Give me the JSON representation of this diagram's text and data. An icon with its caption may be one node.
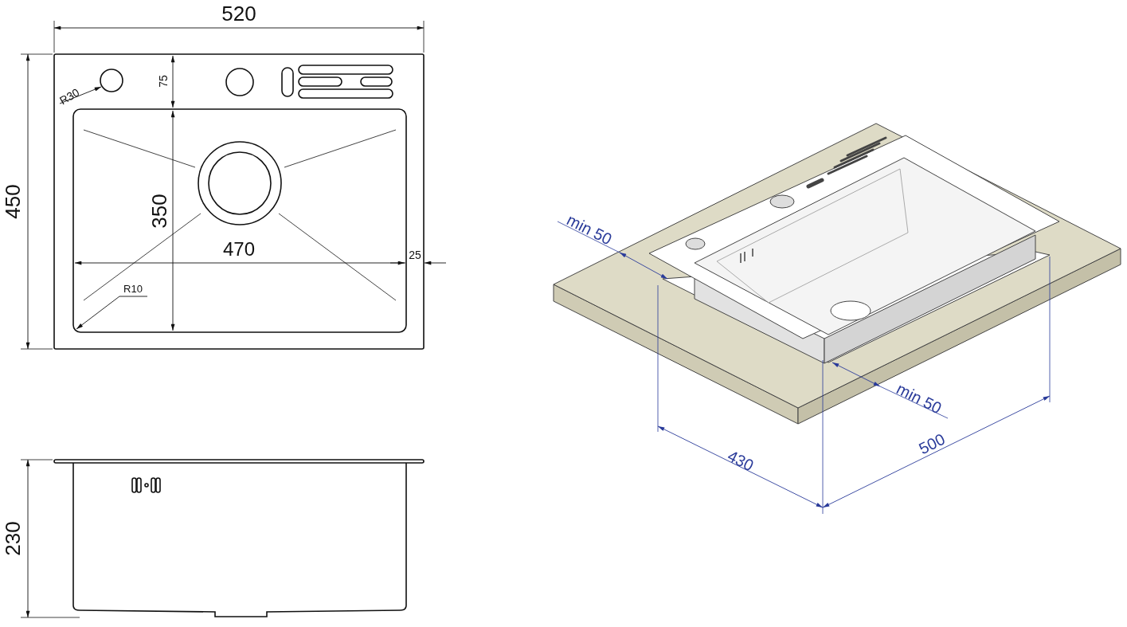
{
  "diagram": {
    "labels": [
      "520",
      "75",
      "R30",
      "450",
      "350",
      "470",
      "25",
      "R10",
      "230",
      "min 50",
      "min 50",
      "430",
      "500"
    ]
  }
}
